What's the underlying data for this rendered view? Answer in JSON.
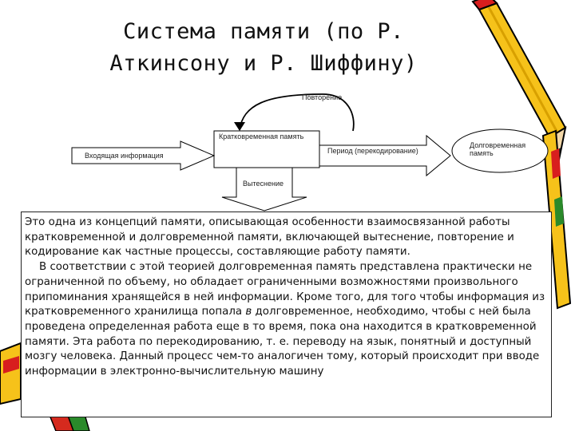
{
  "slide": {
    "title_line1": "Система памяти (по Р.",
    "title_line2": "Аткинсону и Р. Шиффину)"
  },
  "diagram": {
    "repetition": "Повторение",
    "short_term_memory": "Кратковременная память",
    "incoming_info": "Входящая информация",
    "transfer": "Период (перекодирование)",
    "long_term_memory": "Долговременная память",
    "displacement": "Вытеснение"
  },
  "text": {
    "paragraph1": "Это одна из концепций памяти, описывающая особенности взаимосвязанной работы кратковременной и долговременной памяти, включающей вытеснение, повторение и кодирование как частные процессы, составляющие работу памяти.",
    "paragraph2_a": "В соответствии с этой теорией долговременная память представлена практически не ограниченной по объему, но обладает ограниченными возможностями произвольного припоминания хранящейся в ней информации. Кроме того, для того чтобы информация из кратковременного хранилища попала ",
    "paragraph2_em": "в",
    "paragraph2_b": " долговременное, необходимо, чтобы с ней была проведена определенная работа еще в то время, пока она находится в кратковременной памяти. Эта работа по перекодированию, т. е. переводу на язык, понятный и доступный мозгу человека. Данный процесс чем-то аналогичен тому, который происходит при вводе информации в электронно-вычислительную машину"
  },
  "colors": {
    "pencil_body": "#f6c21a",
    "pencil_stripe": "#d81e1e",
    "pencil_wood": "#f2d7a8",
    "crayon_red": "#d52a1e",
    "crayon_green": "#2a8a2a"
  }
}
